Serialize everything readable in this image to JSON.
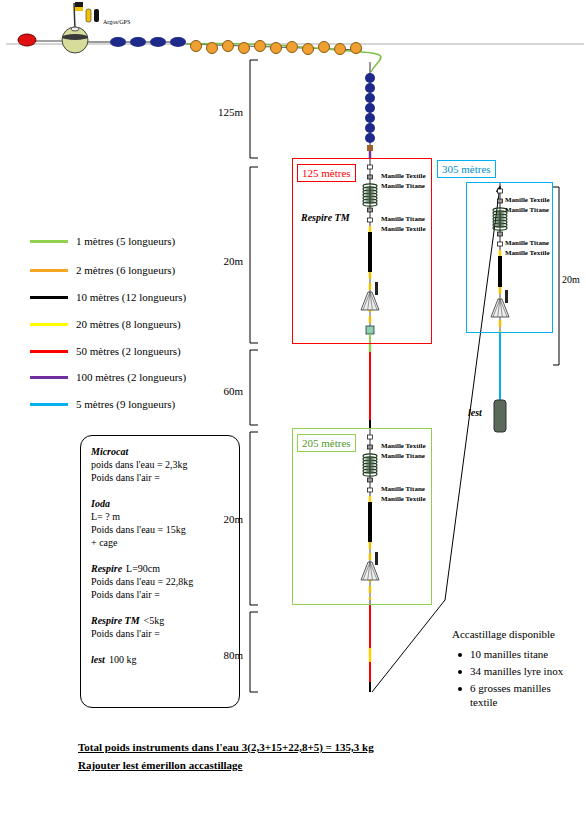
{
  "diagram": {
    "nodes": [
      {
        "text": [
          "125 mètres",
          "Manille Textile",
          "Manille Titane",
          "Respire TM",
          "Manille Titane",
          "Manille Textile"
        ]
      },
      {
        "text": [
          "305 mètres",
          "Manille Textile",
          "Manille Titane",
          "Manille Titane",
          "Manille Textile"
        ]
      },
      {
        "text": [
          "205 mètres",
          "Manille Textile",
          "Manille Titane",
          "Manille Titane",
          "Manille Textile"
        ]
      },
      {
        "text": [
          "Microcat",
          "poids dans l'eau = 2,3kg",
          "Poids dans l'air =",
          "Ioda",
          "L= ? m",
          "Poids dans l'eau = 15kg",
          "+ cage",
          "Respire",
          "L=90cm",
          "Poids dans l'eau = 22,8kg",
          "Poids dans l'air =",
          "Respire TM",
          "<5kg",
          "Poids dans l'air =",
          "lest",
          "100 kg"
        ]
      }
    ],
    "labels": [
      "Argos/GPS",
      "125m",
      "20m",
      "60m",
      "20m",
      "80m",
      "20m",
      "lest",
      "Accastillage disponible",
      "10 manilles titane",
      "34 manilles lyre inox",
      "6 grosses manilles textile",
      "Total poids instruments dans l'eau 3(2,3+15+22,8+5) = 135,3 kg",
      "Rajouter lest émerillon accastillage"
    ],
    "legend": [
      {
        "text": "1 mètres (5 longueurs)",
        "color": "#92d050"
      },
      {
        "text": "2 mètres (6 longueurs)",
        "color": "#f5a623"
      },
      {
        "text": "10 mètres (12 longueurs)",
        "color": "#000000"
      },
      {
        "text": "20 mètres (8 longueurs)",
        "color": "#ffff00"
      },
      {
        "text": "50 mètres (2 longueurs)",
        "color": "#ff0000"
      },
      {
        "text": "100 mètres (2 longueurs)",
        "color": "#7030a0"
      },
      {
        "text": "5 mètres (9 longueurs)",
        "color": "#00b0f0"
      }
    ]
  }
}
